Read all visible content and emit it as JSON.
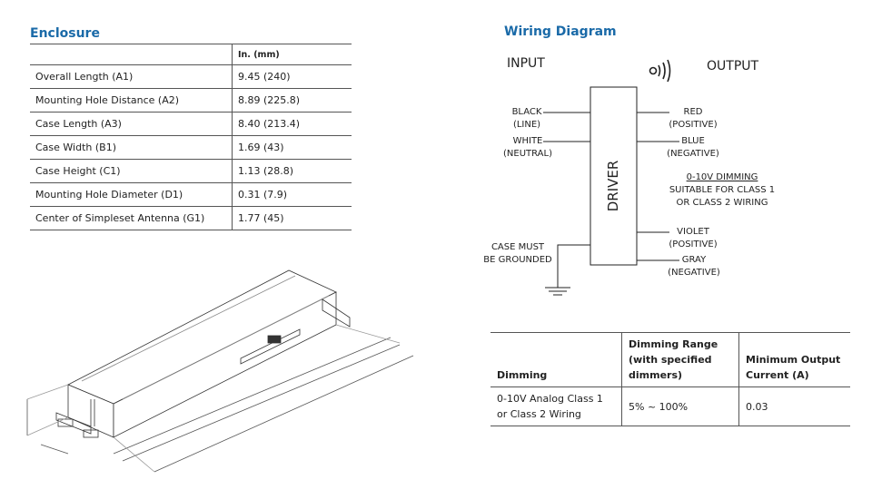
{
  "enclosure": {
    "heading": "Enclosure",
    "unit_header": "In. (mm)",
    "rows": [
      {
        "label": "Overall Length (A1)",
        "value": "9.45 (240)"
      },
      {
        "label": "Mounting Hole Distance (A2)",
        "value": "8.89 (225.8)"
      },
      {
        "label": "Case Length (A3)",
        "value": "8.40 (213.4)"
      },
      {
        "label": "Case Width (B1)",
        "value": "1.69 (43)"
      },
      {
        "label": "Case Height (C1)",
        "value": "1.13 (28.8)"
      },
      {
        "label": "Mounting Hole Diameter (D1)",
        "value": "0.31 (7.9)"
      },
      {
        "label": "Center of Simpleset Antenna (G1)",
        "value": "1.77 (45)"
      }
    ]
  },
  "wiring": {
    "heading": "Wiring Diagram",
    "input_label": "INPUT",
    "output_label": "OUTPUT",
    "driver_label": "DRIVER",
    "black": "BLACK",
    "line": "(LINE)",
    "white": "WHITE",
    "neutral": "(NEUTRAL)",
    "red": "RED",
    "positive": "(POSITIVE)",
    "blue": "BLUE",
    "negative": "(NEGATIVE)",
    "dimming_title": "0-10V DIMMING",
    "dimming_line1": "SUITABLE FOR CLASS 1",
    "dimming_line2": "OR CLASS 2 WIRING",
    "violet": "VIOLET",
    "violet_sub": "(POSITIVE)",
    "gray": "GRAY",
    "gray_sub": "(NEGATIVE)",
    "ground_line1": "CASE MUST",
    "ground_line2": "BE GROUNDED"
  },
  "dimming_table": {
    "headers": [
      "Dimming",
      "Dimming Range (with specified dimmers)",
      "Minimum Output Current (A)"
    ],
    "row": [
      "0-10V Analog Class 1 or Class 2 Wiring",
      "5% ~ 100%",
      "0.03"
    ]
  },
  "colors": {
    "heading": "#1a6aa8",
    "line": "#222222"
  },
  "icons": {
    "wireless": "wireless-signal-icon",
    "ground": "ground-icon"
  }
}
